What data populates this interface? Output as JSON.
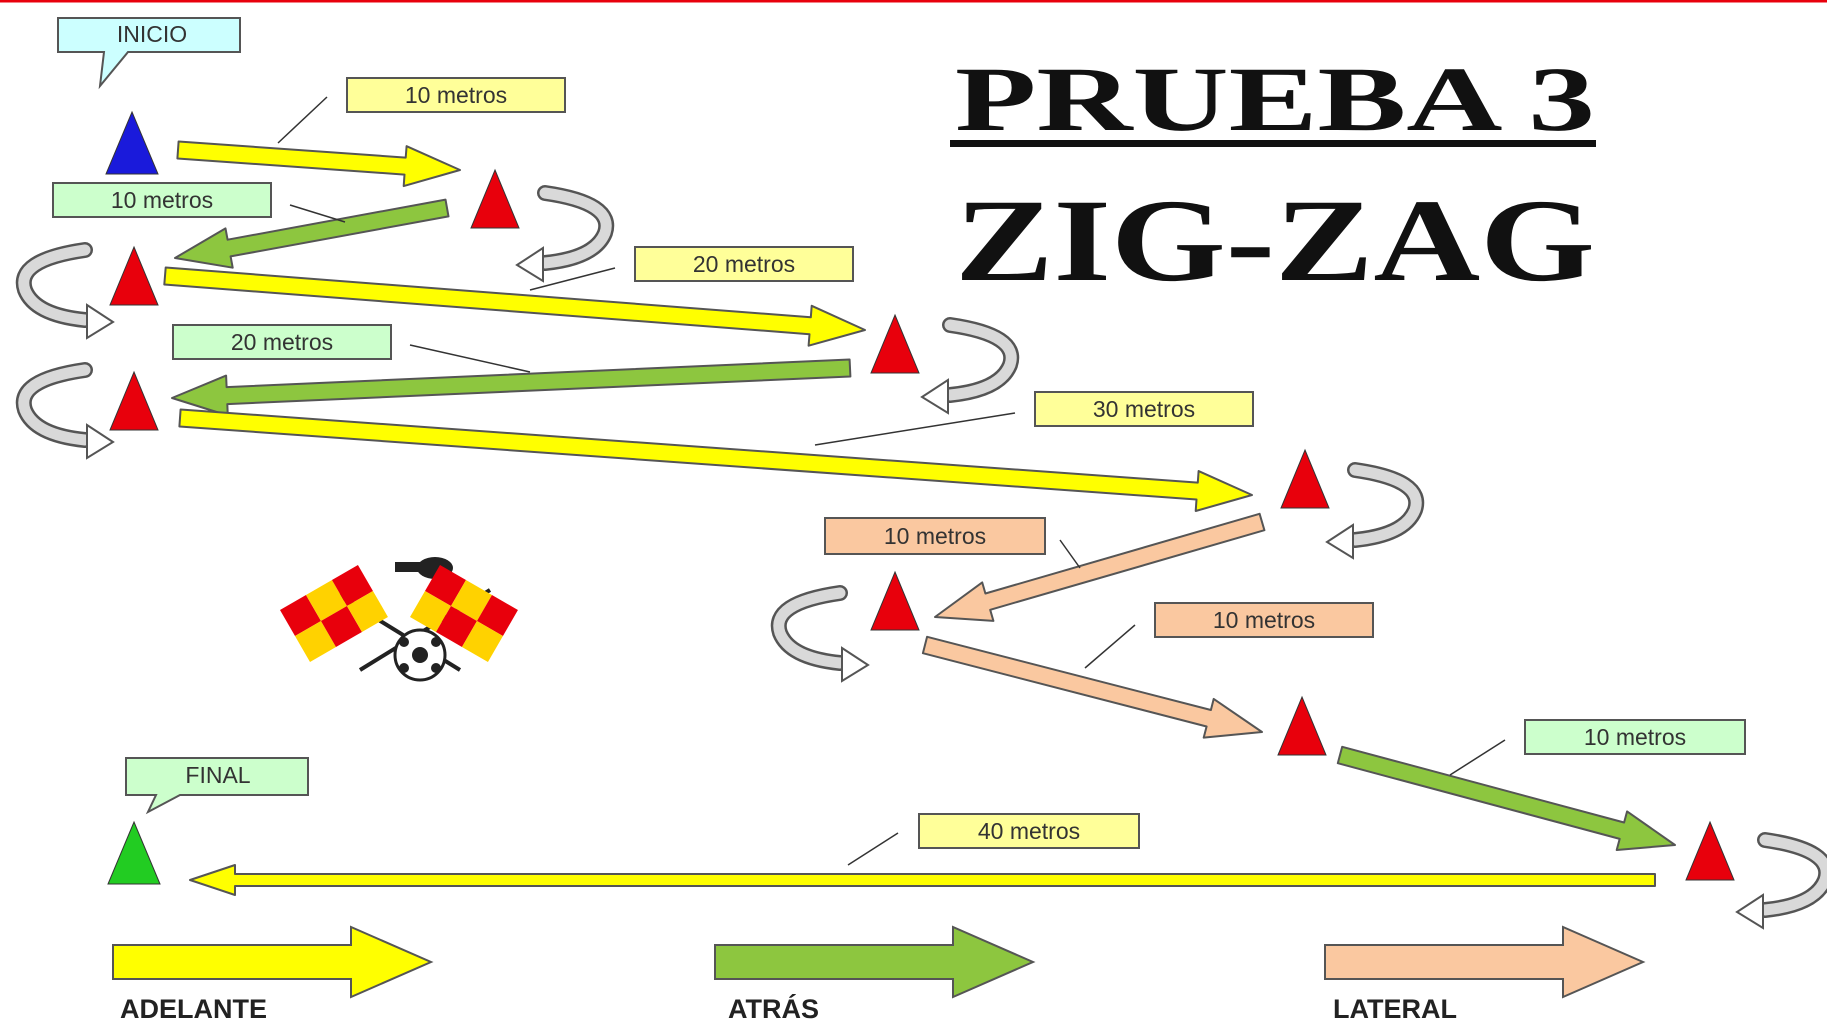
{
  "title": {
    "line1": "PRUEBA   3",
    "line2": "ZIG-ZAG"
  },
  "callouts": {
    "start": "INICIO",
    "finish": "FINAL"
  },
  "segments": [
    {
      "label": "10 metros",
      "direction": "forward"
    },
    {
      "label": "10 metros",
      "direction": "backward"
    },
    {
      "label": "20 metros",
      "direction": "forward"
    },
    {
      "label": "20 metros",
      "direction": "backward"
    },
    {
      "label": "30 metros",
      "direction": "forward"
    },
    {
      "label": "10 metros",
      "direction": "lateral"
    },
    {
      "label": "10 metros",
      "direction": "lateral"
    },
    {
      "label": "10 metros",
      "direction": "backward"
    },
    {
      "label": "40 metros",
      "direction": "forward"
    }
  ],
  "legend": {
    "forward": "ADELANTE",
    "backward": "ATRÁS",
    "lateral": "LATERAL"
  },
  "colors": {
    "forward": "#ffff00",
    "backward": "#8dc63f",
    "lateral": "#fac8a0",
    "cone_start": "#1a1adb",
    "cone": "#e8000c",
    "cone_finish": "#22cc22",
    "label_forward_bg": "#ffff99",
    "label_backward_bg": "#ccffcc",
    "label_lateral_bg": "#fac8a0",
    "callout_start_bg": "#ccffff",
    "callout_finish_bg": "#ccffcc",
    "top_rule": "#e8000c"
  }
}
